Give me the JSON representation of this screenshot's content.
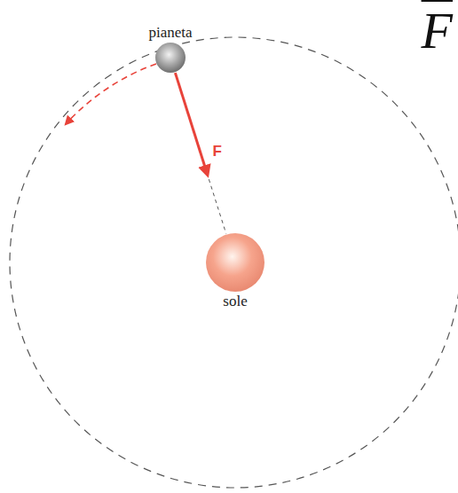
{
  "diagram": {
    "nodes": [
      {
        "text": [
          "pianeta"
        ]
      },
      {
        "text": [
          "sole"
        ]
      }
    ],
    "edges": [
      {
        "from": 0,
        "to": 1,
        "arrow": "to",
        "label": "F"
      }
    ],
    "labels": [
      "F"
    ]
  }
}
